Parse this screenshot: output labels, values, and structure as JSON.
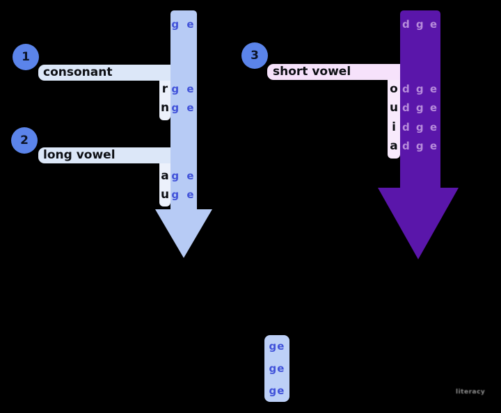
{
  "colors": {
    "background": "#000000",
    "left_arrow": "#b7cbf5",
    "left_label_bg": "#dce7f8",
    "left_letter_column_bg": "#ecf1fb",
    "blue_text": "#4152d9",
    "right_arrow": "#5a16aa",
    "right_label_bg": "#f6e2fb",
    "right_letter_column_bg": "#f8eafc",
    "dge_text": "#b78cdb",
    "badge_bg": "#5b84ea",
    "dark_text": "#0d0f14",
    "result_box_bg": "#bdd0f7",
    "watermark": "#909090"
  },
  "badges": {
    "one": "1",
    "two": "2",
    "three": "3"
  },
  "left": {
    "top_suffix": "g e",
    "consonant": {
      "label": "consonant",
      "rows": [
        {
          "letter": "r",
          "suffix": "g e"
        },
        {
          "letter": "n",
          "suffix": "g e"
        }
      ]
    },
    "long_vowel": {
      "label": "long vowel",
      "rows": [
        {
          "letter": "a",
          "suffix": "g e"
        },
        {
          "letter": "u",
          "suffix": "g e"
        }
      ]
    }
  },
  "right": {
    "top_suffix": "d g e",
    "short_vowel": {
      "label": "short vowel",
      "rows": [
        {
          "letter": "o",
          "suffix": "d g e"
        },
        {
          "letter": "u",
          "suffix": "d g e"
        },
        {
          "letter": "i",
          "suffix": "d g e"
        },
        {
          "letter": "a",
          "suffix": "d g e"
        }
      ]
    }
  },
  "result_box": {
    "rows": [
      "ge",
      "ge",
      "ge"
    ]
  },
  "watermark": "literacy"
}
